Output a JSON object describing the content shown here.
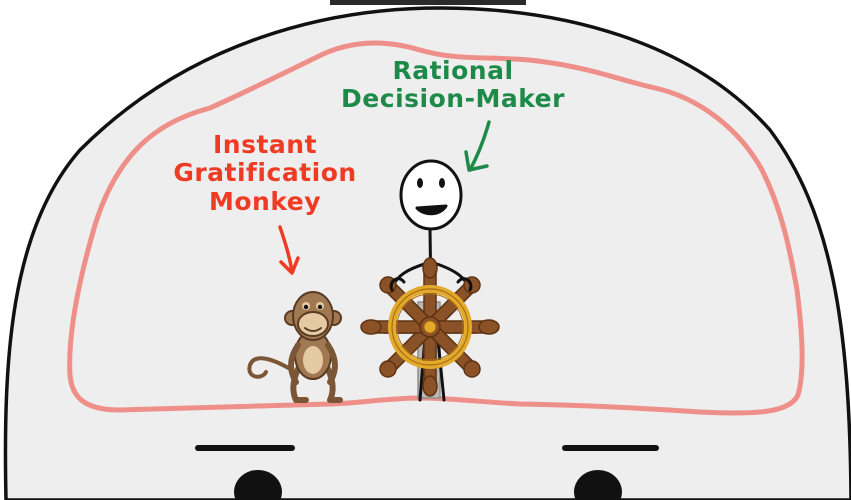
{
  "labels": {
    "monkey": {
      "lines": [
        "Instant",
        "Gratification",
        "Monkey"
      ]
    },
    "decision_maker": {
      "lines": [
        "Rational",
        "Decision-Maker"
      ]
    }
  },
  "colors": {
    "background": "#ffffff",
    "head_fill": "#eeeeee",
    "outline": "#111111",
    "brain_outline": "#ef8f8a",
    "monkey_label": "#ef3b24",
    "decision_maker_label": "#1e8a4a",
    "monkey_body": "#a07852",
    "monkey_face": "#e5c9a3",
    "wheel_wood": "#8a5226",
    "wheel_gold": "#e2a92b",
    "pole": "#b9b9b9",
    "top_bar": "#2b2b2b"
  },
  "icons": {
    "monkey": "monkey-figure",
    "decision_maker": "stick-figure",
    "wheel": "ship-wheel",
    "monkey_arrow": "arrow-down-icon",
    "decision_maker_arrow": "arrow-down-left-icon"
  }
}
